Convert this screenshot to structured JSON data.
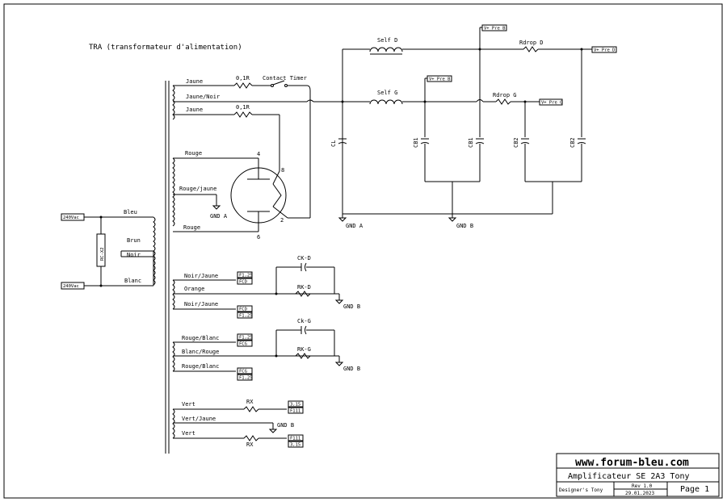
{
  "diagram": {
    "title": "TRA (transformateur d'alimentation)",
    "primary": {
      "bleu": "Bleu",
      "brun": "Brun",
      "noir": "Noir",
      "blanc": "Blanc",
      "rcx2": "RC-X2",
      "mains_top": "240Vac",
      "mains_bot": "240Vac"
    },
    "ht": {
      "jaune1": "Jaune",
      "jaune_noir": "Jaune/Noir",
      "jaune2": "Jaune",
      "r1": "0,1R",
      "r2": "0,1R",
      "timer": "Contact Timer",
      "rouge1": "Rouge",
      "rouge_jaune": "Rouge/jaune",
      "rouge2": "Rouge",
      "gnd_a_small": "GND A",
      "pin4": "4",
      "pin8": "8",
      "pin2": "2",
      "pin6": "6"
    },
    "filter": {
      "self_d": "Self D",
      "self_g": "Self G",
      "rdrop_d": "Rdrop D",
      "rdrop_g": "Rdrop G",
      "cl": "CL",
      "cb1a": "CB1",
      "cb1b": "CB1",
      "cb2a": "CB2",
      "cb2b": "CB2",
      "gnd_a": "GND A",
      "gnd_b": "GND B",
      "tag_vpre_b_top": "V+ Pre B",
      "tag_vpre_b_mid": "V+ Pre B",
      "tag_vpre_d": "V+ Pre D",
      "tag_vpre_g": "V+ Pre G"
    },
    "fil1": {
      "l1": "Noir/Jaune",
      "l2": "Orange",
      "l3": "Noir/Jaune",
      "ck": "CK-D",
      "rk": "RK-D",
      "gnd": "GND B",
      "t1a": "F1,25",
      "t1b": "FCD",
      "t2a": "FCD",
      "t2b": "F1,25"
    },
    "fil2": {
      "l1": "Rouge/Blanc",
      "l2": "Blanc/Rouge",
      "l3": "Rouge/Blanc",
      "ck": "Ck-G",
      "rk": "RK-G",
      "gnd": "GND B",
      "t1a": "F1,25",
      "t1b": "FCG",
      "t2a": "FCG",
      "t2b": "F1,25"
    },
    "fil3": {
      "l1": "Vert",
      "l2": "Vert/Jaune",
      "l3": "Vert",
      "rx1": "RX",
      "rx2": "RX",
      "gnd": "GND B",
      "t1a": "3,15",
      "t1b": "F111",
      "t2a": "F111",
      "t2b": "3,15"
    }
  },
  "titleblock": {
    "site": "www.forum-bleu.com",
    "project": "Amplificateur SE 2A3 Tony",
    "rev": "Rev 1.0",
    "date": "29.01.2023",
    "designer": "Designer's Tony",
    "page": "Page 1"
  }
}
